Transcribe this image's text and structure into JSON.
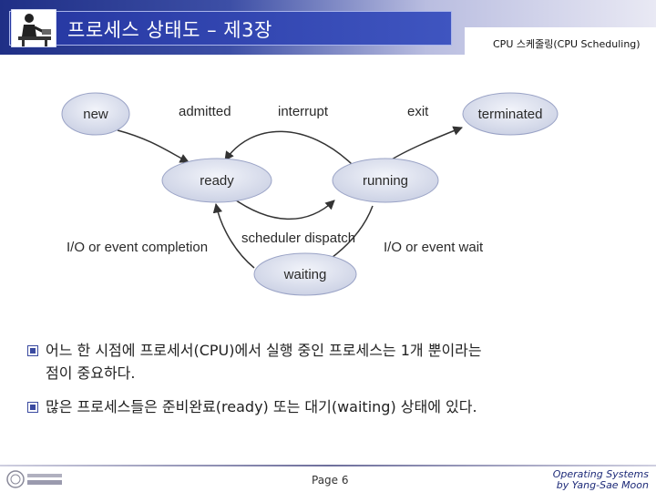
{
  "header": {
    "title": "프로세스 상태도 – 제3장",
    "subtitle": "CPU 스케줄링(CPU Scheduling)"
  },
  "diagram": {
    "nodes": {
      "new": "new",
      "terminated": "terminated",
      "ready": "ready",
      "running": "running",
      "waiting": "waiting"
    },
    "edges": {
      "admitted": "admitted",
      "interrupt": "interrupt",
      "exit": "exit",
      "scheduler_dispatch": "scheduler dispatch",
      "io_event_completion": "I/O or event completion",
      "io_event_wait": "I/O or event wait"
    }
  },
  "bullets": [
    {
      "line1": "어느 한 시점에 프로세서(CPU)에서 실행 중인 프로세스는 1개 뿐이라는",
      "line2": "점이 중요하다."
    },
    {
      "line1": "많은 프로세스들은 준비완료(ready) 또는 대기(waiting) 상태에 있다.",
      "line2": ""
    }
  ],
  "footer": {
    "page": "Page 6",
    "course_line1": "Operating Systems",
    "course_line2": "by Yang-Sae Moon"
  },
  "colors": {
    "header_dark": "#1f2f86",
    "node_fill": "#dfe3f0",
    "bullet_icon": "#3a4aa0"
  },
  "icons": {
    "header": "person-at-desk-icon",
    "bullet": "bullet-square-icon",
    "footer": "university-logo-icon"
  }
}
